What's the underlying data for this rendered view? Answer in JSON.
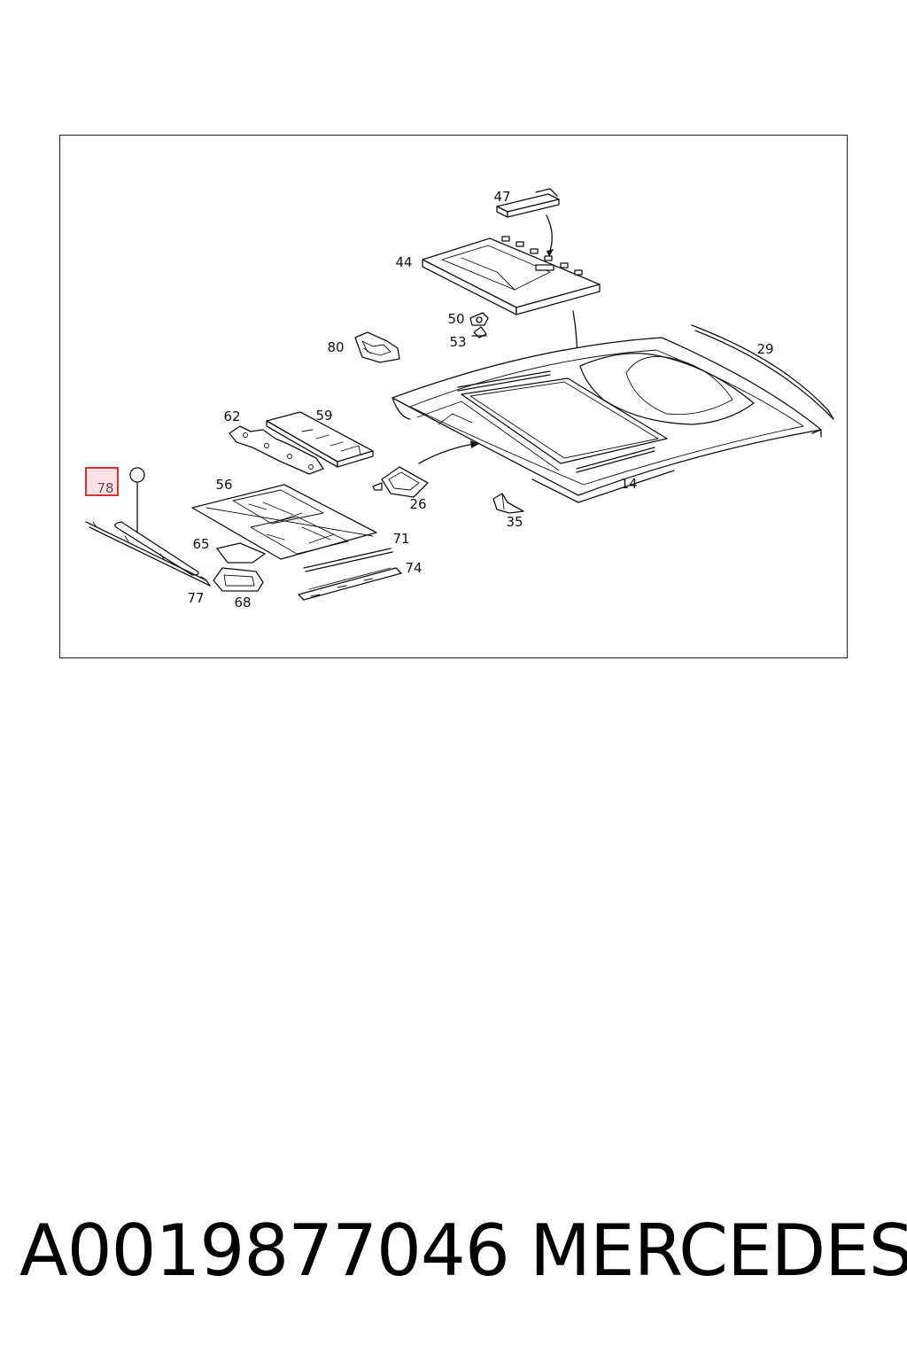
{
  "footer": {
    "part_number": "A0019877046",
    "brand": "MERCEDES"
  },
  "diagram": {
    "highlight_color": "#d9303a",
    "highlight_fill": "#fbe3e6",
    "highlighted_part": "78",
    "callouts": {
      "c47": "47",
      "c44": "44",
      "c50": "50",
      "c53": "53",
      "c80": "80",
      "c29": "29",
      "c62": "62",
      "c59": "59",
      "c78": "78",
      "c56": "56",
      "c26": "26",
      "c14": "14",
      "c35": "35",
      "c65": "65",
      "c71": "71",
      "c74": "74",
      "c77": "77",
      "c68": "68"
    }
  }
}
